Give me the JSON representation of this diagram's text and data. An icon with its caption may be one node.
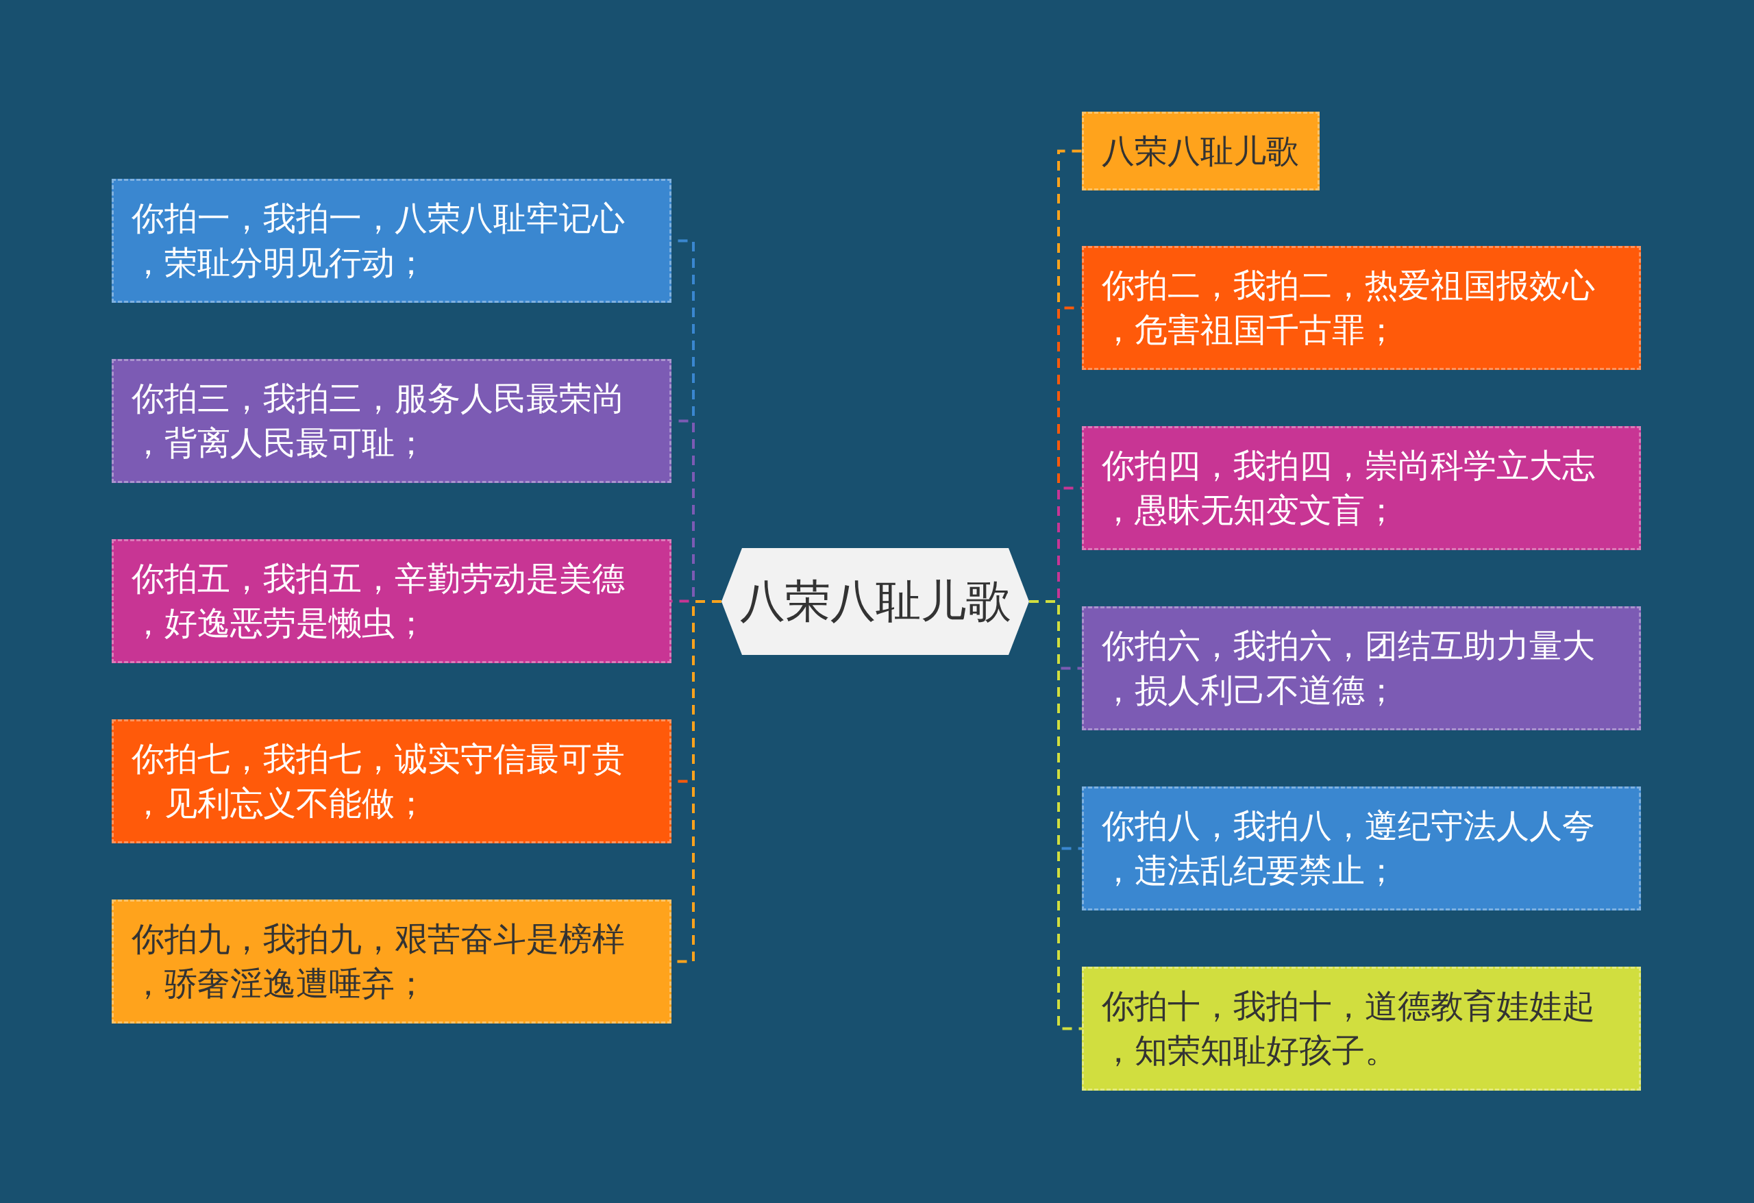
{
  "diagram": {
    "nodes": [
      {
        "text": [
          "八荣八耻儿歌"
        ]
      },
      {
        "text": [
          "你拍一，我拍一，八荣八耻牢记心，荣耻分明见行动；"
        ]
      },
      {
        "text": [
          "你拍三，我拍三，服务人民最荣尚，背离人民最可耻；"
        ]
      },
      {
        "text": [
          "你拍五，我拍五，辛勤劳动是美德，好逸恶劳是懒虫；"
        ]
      },
      {
        "text": [
          "你拍七，我拍七，诚实守信最可贵，见利忘义不能做；"
        ]
      },
      {
        "text": [
          "你拍九，我拍九，艰苦奋斗是榜样，骄奢淫逸遭唾弃；"
        ]
      },
      {
        "text": [
          "八荣八耻儿歌"
        ]
      },
      {
        "text": [
          "你拍二，我拍二，热爱祖国报效心，危害祖国千古罪；"
        ]
      },
      {
        "text": [
          "你拍四，我拍四，崇尚科学立大志，愚昧无知变文盲；"
        ]
      },
      {
        "text": [
          "你拍六，我拍六，团结互助力量大，损人利己不道德；"
        ]
      },
      {
        "text": [
          "你拍八，我拍八，遵纪守法人人夸，违法乱纪要禁止；"
        ]
      },
      {
        "text": [
          "你拍十，我拍十，道德教育娃娃起，知荣知耻好孩子。"
        ]
      }
    ],
    "edges": [
      {
        "from": 0,
        "to": 1,
        "arrow": "none",
        "style": "dashed",
        "color": "#3a87d0"
      },
      {
        "from": 0,
        "to": 2,
        "arrow": "none",
        "style": "dashed",
        "color": "#7c5bb4"
      },
      {
        "from": 0,
        "to": 3,
        "arrow": "none",
        "style": "dashed",
        "color": "#c83594"
      },
      {
        "from": 0,
        "to": 4,
        "arrow": "none",
        "style": "dashed",
        "color": "#ff5a0a"
      },
      {
        "from": 0,
        "to": 5,
        "arrow": "none",
        "style": "dashed",
        "color": "#ffa31c"
      },
      {
        "from": 0,
        "to": 6,
        "arrow": "none",
        "style": "dashed",
        "color": "#ffa31c"
      },
      {
        "from": 0,
        "to": 7,
        "arrow": "none",
        "style": "dashed",
        "color": "#ff5a0a"
      },
      {
        "from": 0,
        "to": 8,
        "arrow": "none",
        "style": "dashed",
        "color": "#c83594"
      },
      {
        "from": 0,
        "to": 9,
        "arrow": "none",
        "style": "dashed",
        "color": "#7c5bb4"
      },
      {
        "from": 0,
        "to": 10,
        "arrow": "none",
        "style": "dashed",
        "color": "#3a87d0"
      },
      {
        "from": 0,
        "to": 11,
        "arrow": "none",
        "style": "dashed",
        "color": "#d1de3f"
      }
    ]
  }
}
